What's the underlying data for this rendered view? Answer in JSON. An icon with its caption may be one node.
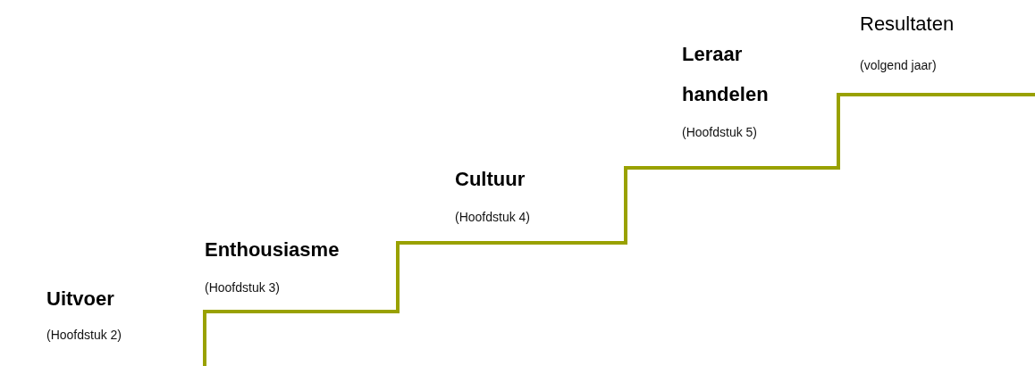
{
  "diagram": {
    "labels": [
      "Uitvoer",
      "(Hoofdstuk 2)",
      "Enthousiasme",
      "(Hoofdstuk 3)",
      "Cultuur",
      "(Hoofdstuk 4)",
      "Leraar handelen",
      "(Hoofdstuk 5)",
      "Resultaten",
      "(volgend jaar)"
    ]
  }
}
